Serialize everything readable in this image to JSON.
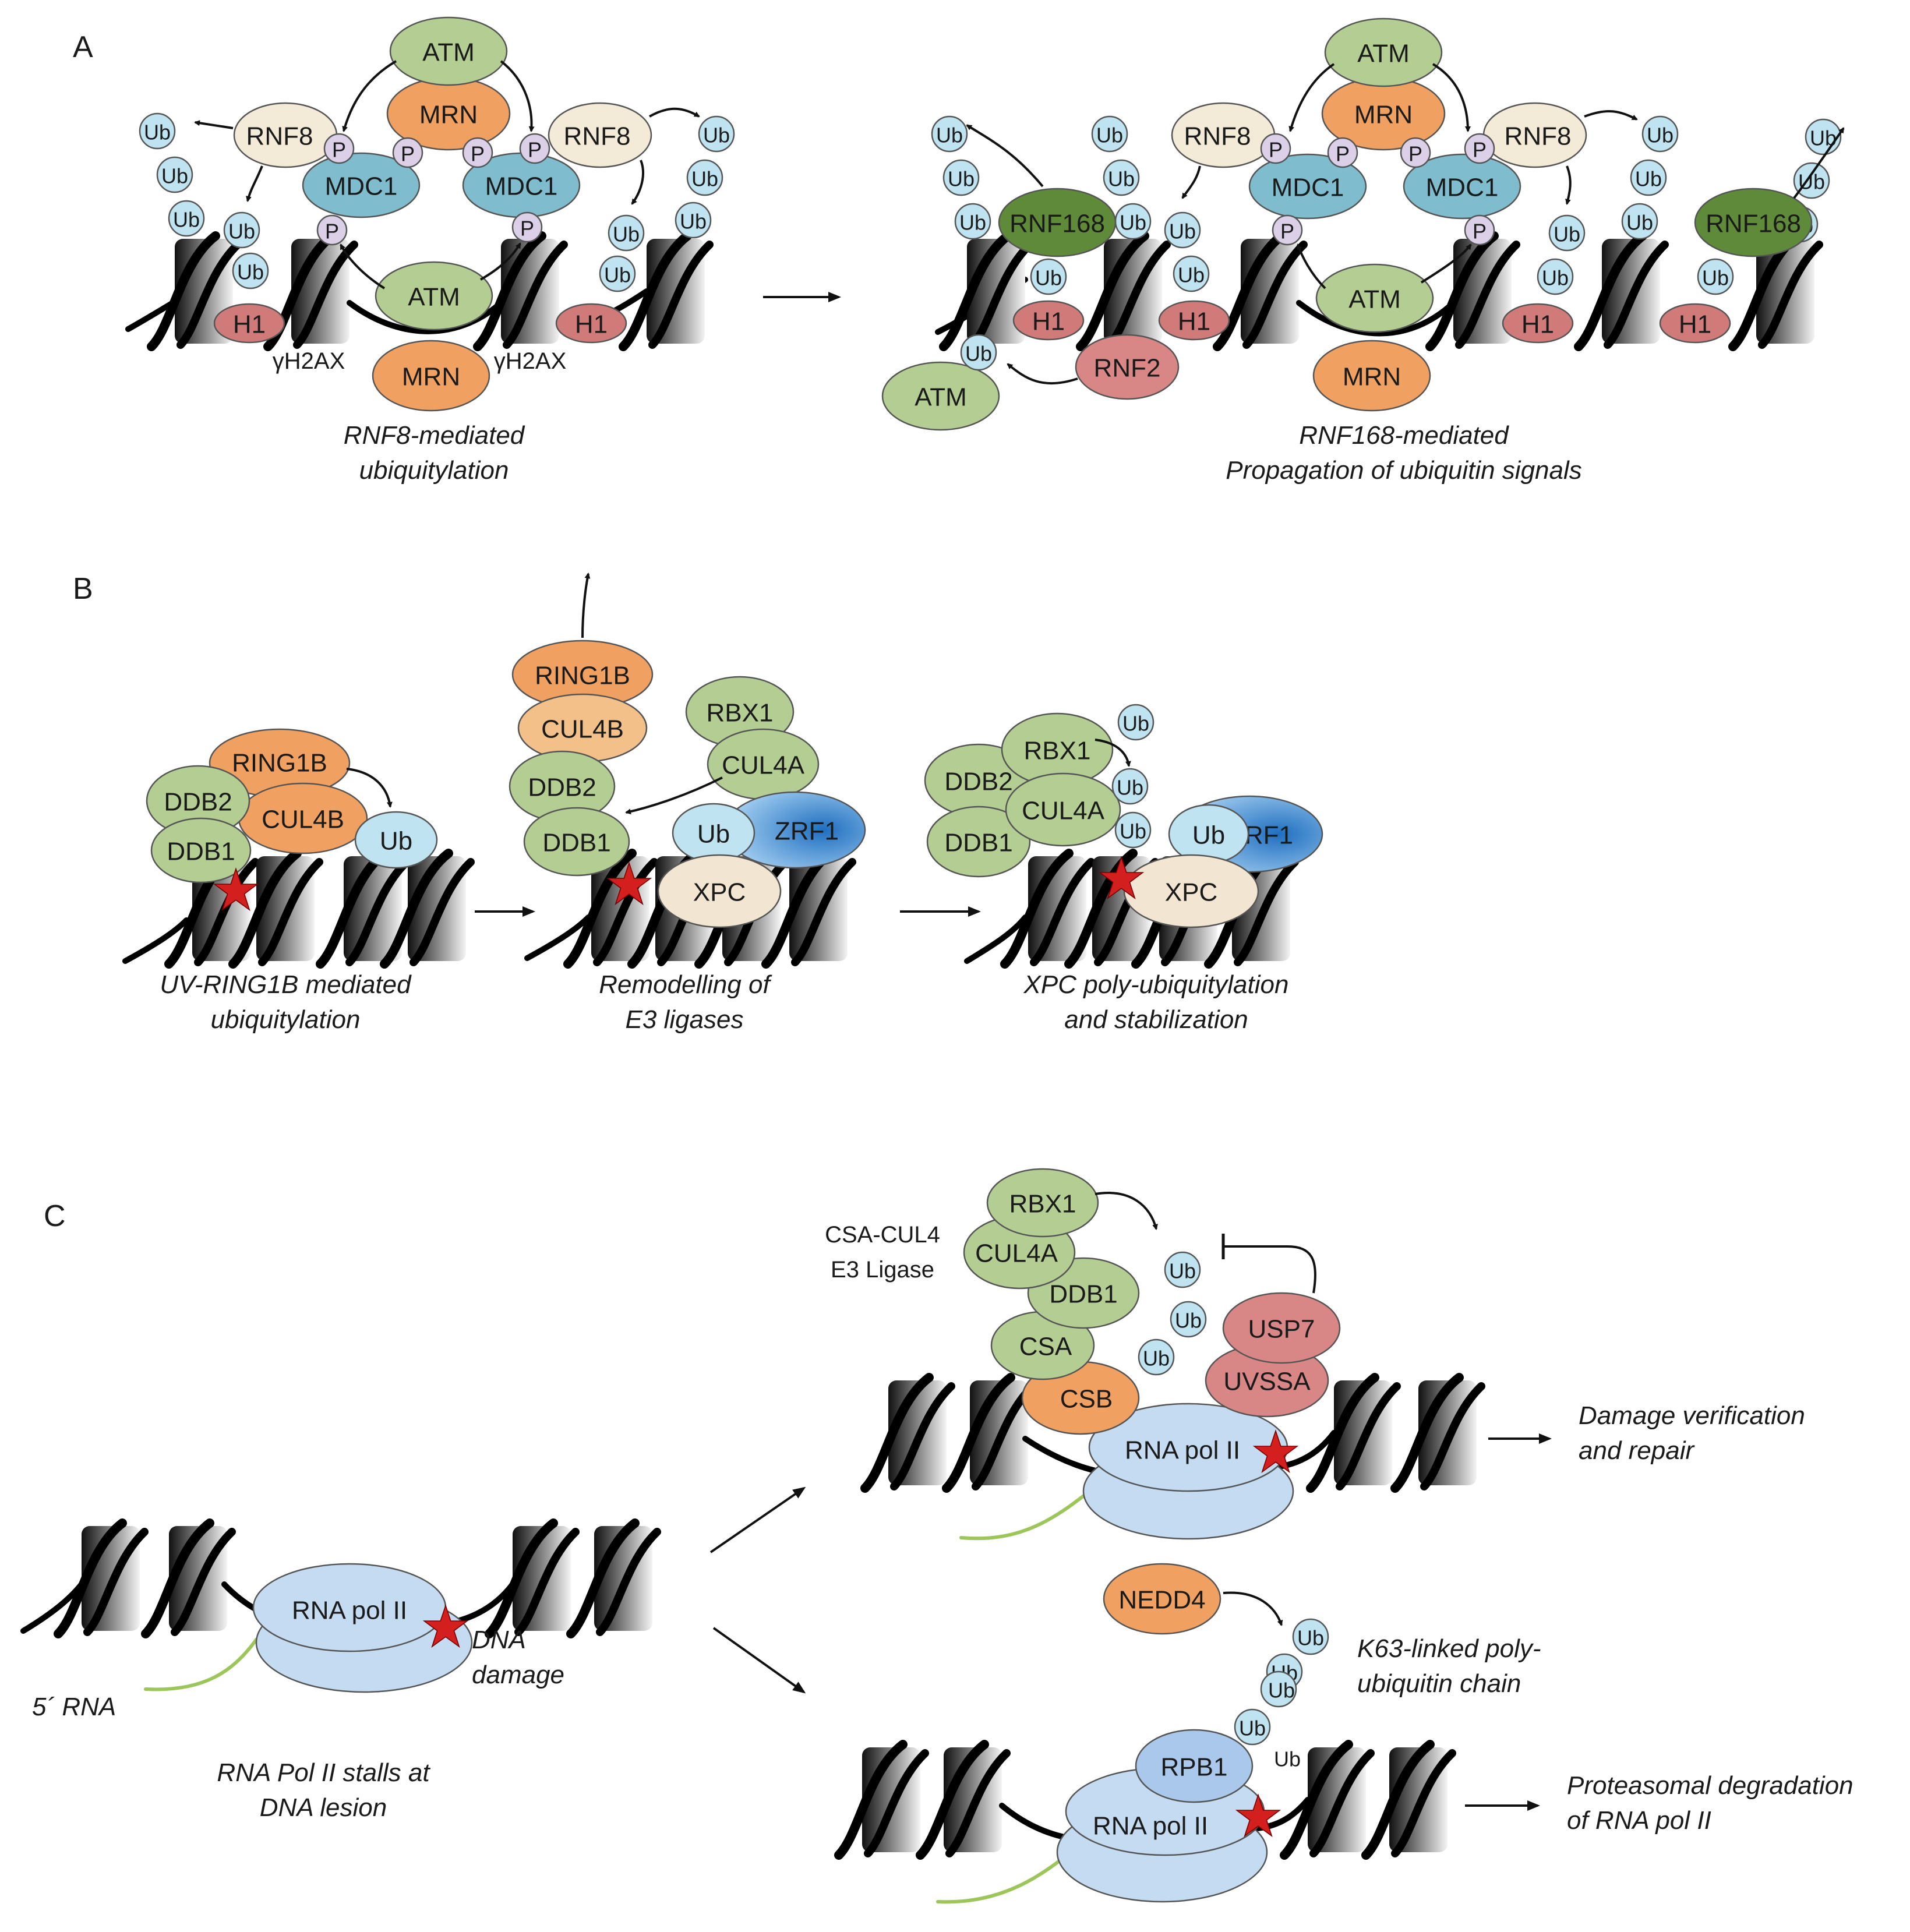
{
  "panels": {
    "a": "A",
    "b": "B",
    "c": "C"
  },
  "colors": {
    "atm": "#b3cd93",
    "mrn": "#f0a060",
    "rnf8": "#f4ead8",
    "mdc1": "#7fbccd",
    "phospho": "#dcd0e8",
    "ub": "#bfe3f0",
    "h1": "#d07a7a",
    "rnf168": "#5e8a3a",
    "green": "#b3cd93",
    "orange": "#f0a060",
    "xpc": "#f2e6d2",
    "zrf1": "#3f8fd4",
    "rnapol": "#c5dbf1",
    "rpb1": "#a9c8ec",
    "usp7": "#d98686",
    "star": "#d41f1f"
  },
  "panel_a": {
    "proteins": {
      "atm": "ATM",
      "mrn": "MRN",
      "rnf8": "RNF8",
      "mdc1": "MDC1",
      "rnf168": "RNF168",
      "rnf2": "RNF2",
      "h1": "H1"
    },
    "marks": {
      "phospho": "P",
      "ub": "Ub",
      "gamma_h2ax": "γH2AX"
    },
    "captions": {
      "left_line1": "RNF8-mediated",
      "left_line2": "ubiquitylation",
      "right_line1": "RNF168-mediated",
      "right_line2": "Propagation of ubiquitin signals"
    }
  },
  "panel_b": {
    "proteins": {
      "ring1b": "RING1B",
      "ddb2": "DDB2",
      "ddb1": "DDB1",
      "cul4b": "CUL4B",
      "rbx1": "RBX1",
      "cul4a": "CUL4A",
      "xpc": "XPC",
      "zrf1": "ZRF1",
      "ub": "Ub"
    },
    "captions": {
      "step1_line1": "UV-RING1B mediated",
      "step1_line2": "ubiquitylation",
      "step2_line1": "Remodelling of",
      "step2_line2": "E3 ligases",
      "step3_line1": "XPC poly-ubiquitylation",
      "step3_line2": "and stabilization"
    }
  },
  "panel_c": {
    "proteins": {
      "rnapol": "RNA pol II",
      "rbx1": "RBX1",
      "cul4a": "CUL4A",
      "ddb1": "DDB1",
      "csa": "CSA",
      "csb": "CSB",
      "usp7": "USP7",
      "uvssa": "UVSSA",
      "nedd4": "NEDD4",
      "rpb1": "RPB1",
      "ub": "Ub"
    },
    "labels": {
      "ligase_line1": "CSA-CUL4",
      "ligase_line2": "E3 Ligase",
      "damage_line1": "DNA",
      "damage_line2": "damage",
      "rna5": "5´ RNA",
      "stall_line1": "RNA Pol II stalls at",
      "stall_line2": "DNA lesion",
      "verify_line1": "Damage verification",
      "verify_line2": "and repair",
      "k63_line1": "K63-linked poly-",
      "k63_line2": "ubiquitin chain",
      "prot_line1": "Proteasomal degradation",
      "prot_line2": "of RNA pol II"
    }
  }
}
